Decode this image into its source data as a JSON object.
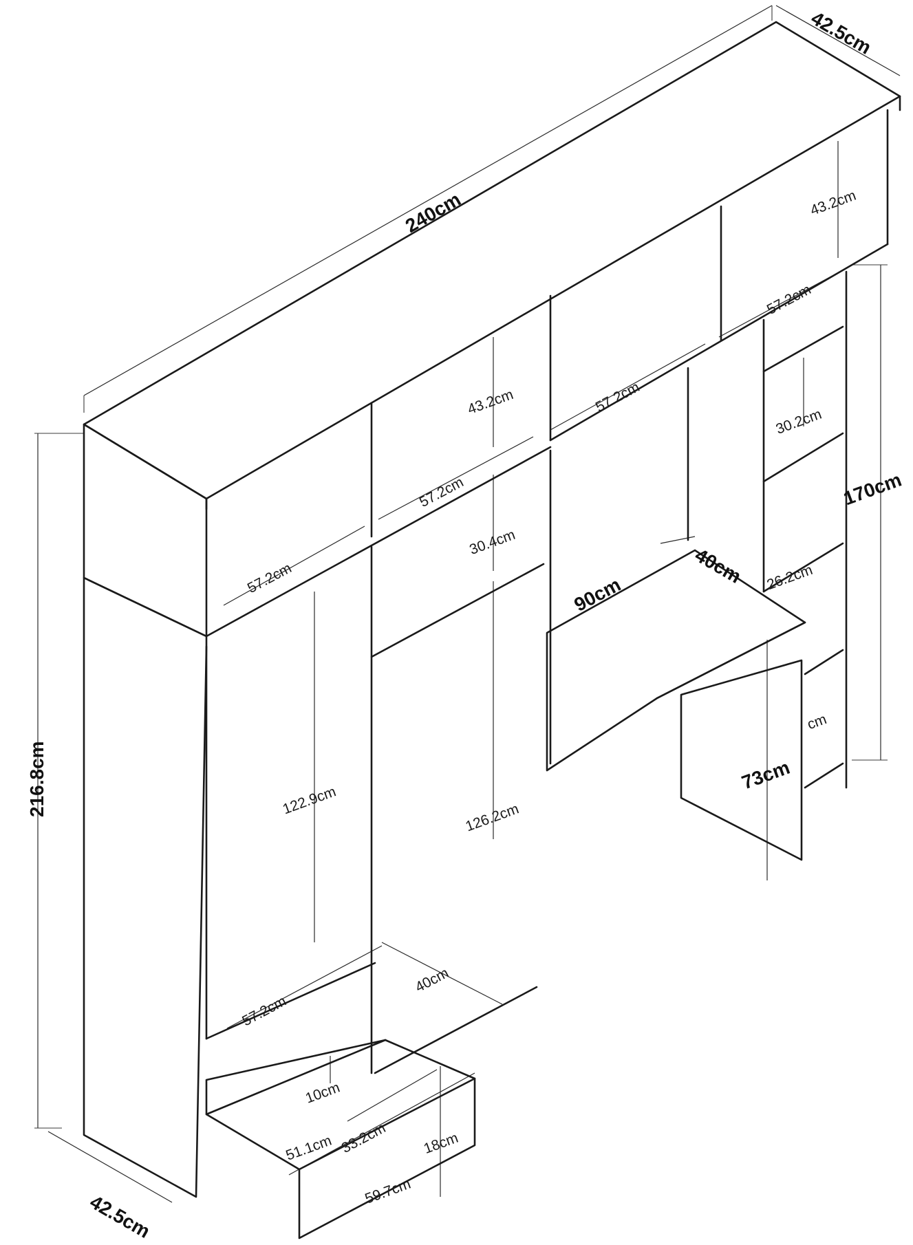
{
  "figure": {
    "description_labels": {
      "overall_width": "240cm",
      "top_depth": "42.5cm",
      "bottom_depth": "42.5cm",
      "overall_height": "216.8cm",
      "right_height": "170cm",
      "desk_width": "90cm",
      "desk_depth": "40cm",
      "desk_height": "73cm",
      "top_left_shelf_width": "57.2cm",
      "top_mid_shelf_width": "57.2cm",
      "top_center_shelf_width": "57.2cm",
      "top_right_shelf_width": "57.2cm",
      "top_mid_shelf_height": "43.2cm",
      "top_right_shelf_height": "43.2cm",
      "mid_shelf_height": "30.4cm",
      "side_shelf_height": "30.2cm",
      "side_lower_shelf_height": "26.2cm",
      "side_bottom_cut": "cm",
      "left_cabinet_height": "122.9cm",
      "right_cabinet_height": "126.2cm",
      "left_cabinet_width": "57.2cm",
      "right_cabinet_depth": "40cm",
      "drawer_inner_height": "10cm",
      "drawer_depth": "51.1cm",
      "drawer_inner_width": "33.2cm",
      "drawer_height": "18cm",
      "drawer_width": "59.7cm"
    }
  }
}
